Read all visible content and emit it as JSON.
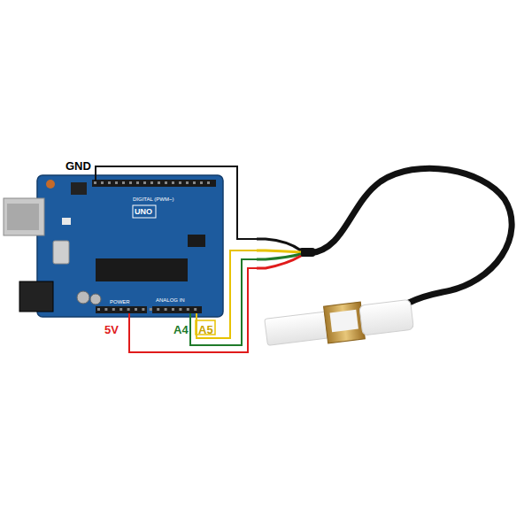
{
  "diagram": {
    "labels": [
      "GND",
      "5V",
      "A4",
      "A5",
      "UNO",
      "DIGITAL (PWM~)",
      "ANALOG IN",
      "POWER"
    ]
  }
}
